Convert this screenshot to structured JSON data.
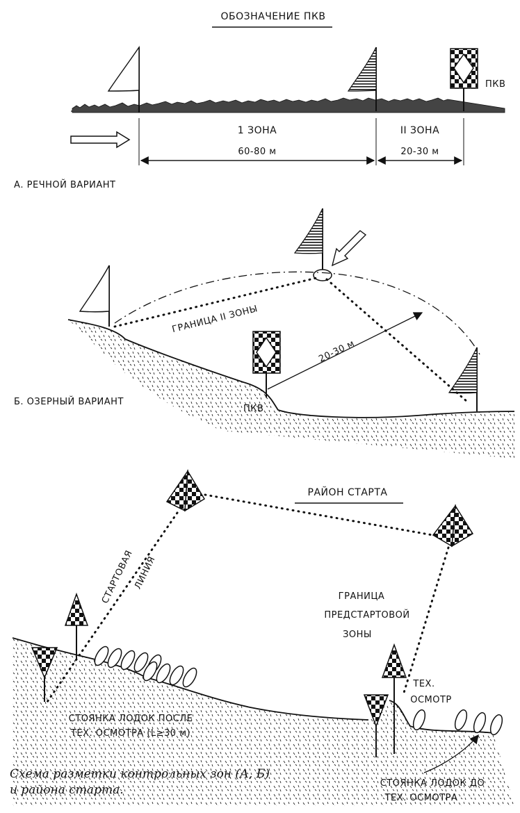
{
  "section_a": {
    "title": "ОБОЗНАЧЕНИЕ ПКВ",
    "pkv_label": "ПКВ",
    "zone1_label": "1 ЗОНА",
    "zone1_distance": "60-80 м",
    "zone2_label": "II ЗОНА",
    "zone2_distance": "20-30 м",
    "variant_label": "А. РЕЧНОЙ ВАРИАНТ"
  },
  "section_b": {
    "boundary_label": "ГРАНИЦА II ЗОНЫ",
    "distance_label": "20-30 м",
    "pkv_label": "ПКВ",
    "variant_label": "Б. ОЗЕРНЫЙ ВАРИАНТ"
  },
  "section_c": {
    "title": "РАЙОН СТАРТА",
    "start_line_1": "СТАРТОВАЯ",
    "start_line_2": "ЛИНИЯ",
    "prestart_1": "ГРАНИЦА",
    "prestart_2": "ПРЕДСТАРТОВОЙ",
    "prestart_3": "ЗОНЫ",
    "inspection_1": "ТЕХ.",
    "inspection_2": "ОСМОТР",
    "parking_after_1": "СТОЯНКА ЛОДОК ПОСЛЕ",
    "parking_after_2": "ТЕХ. ОСМОТРА (L≥30 м)",
    "parking_before_1": "СТОЯНКА ЛОДОК ДО",
    "parking_before_2": "ТЕХ. ОСМОТРА"
  },
  "caption": {
    "line1": "Схема разметки контрольных зон (А, Б)",
    "line2": "и района старта."
  }
}
